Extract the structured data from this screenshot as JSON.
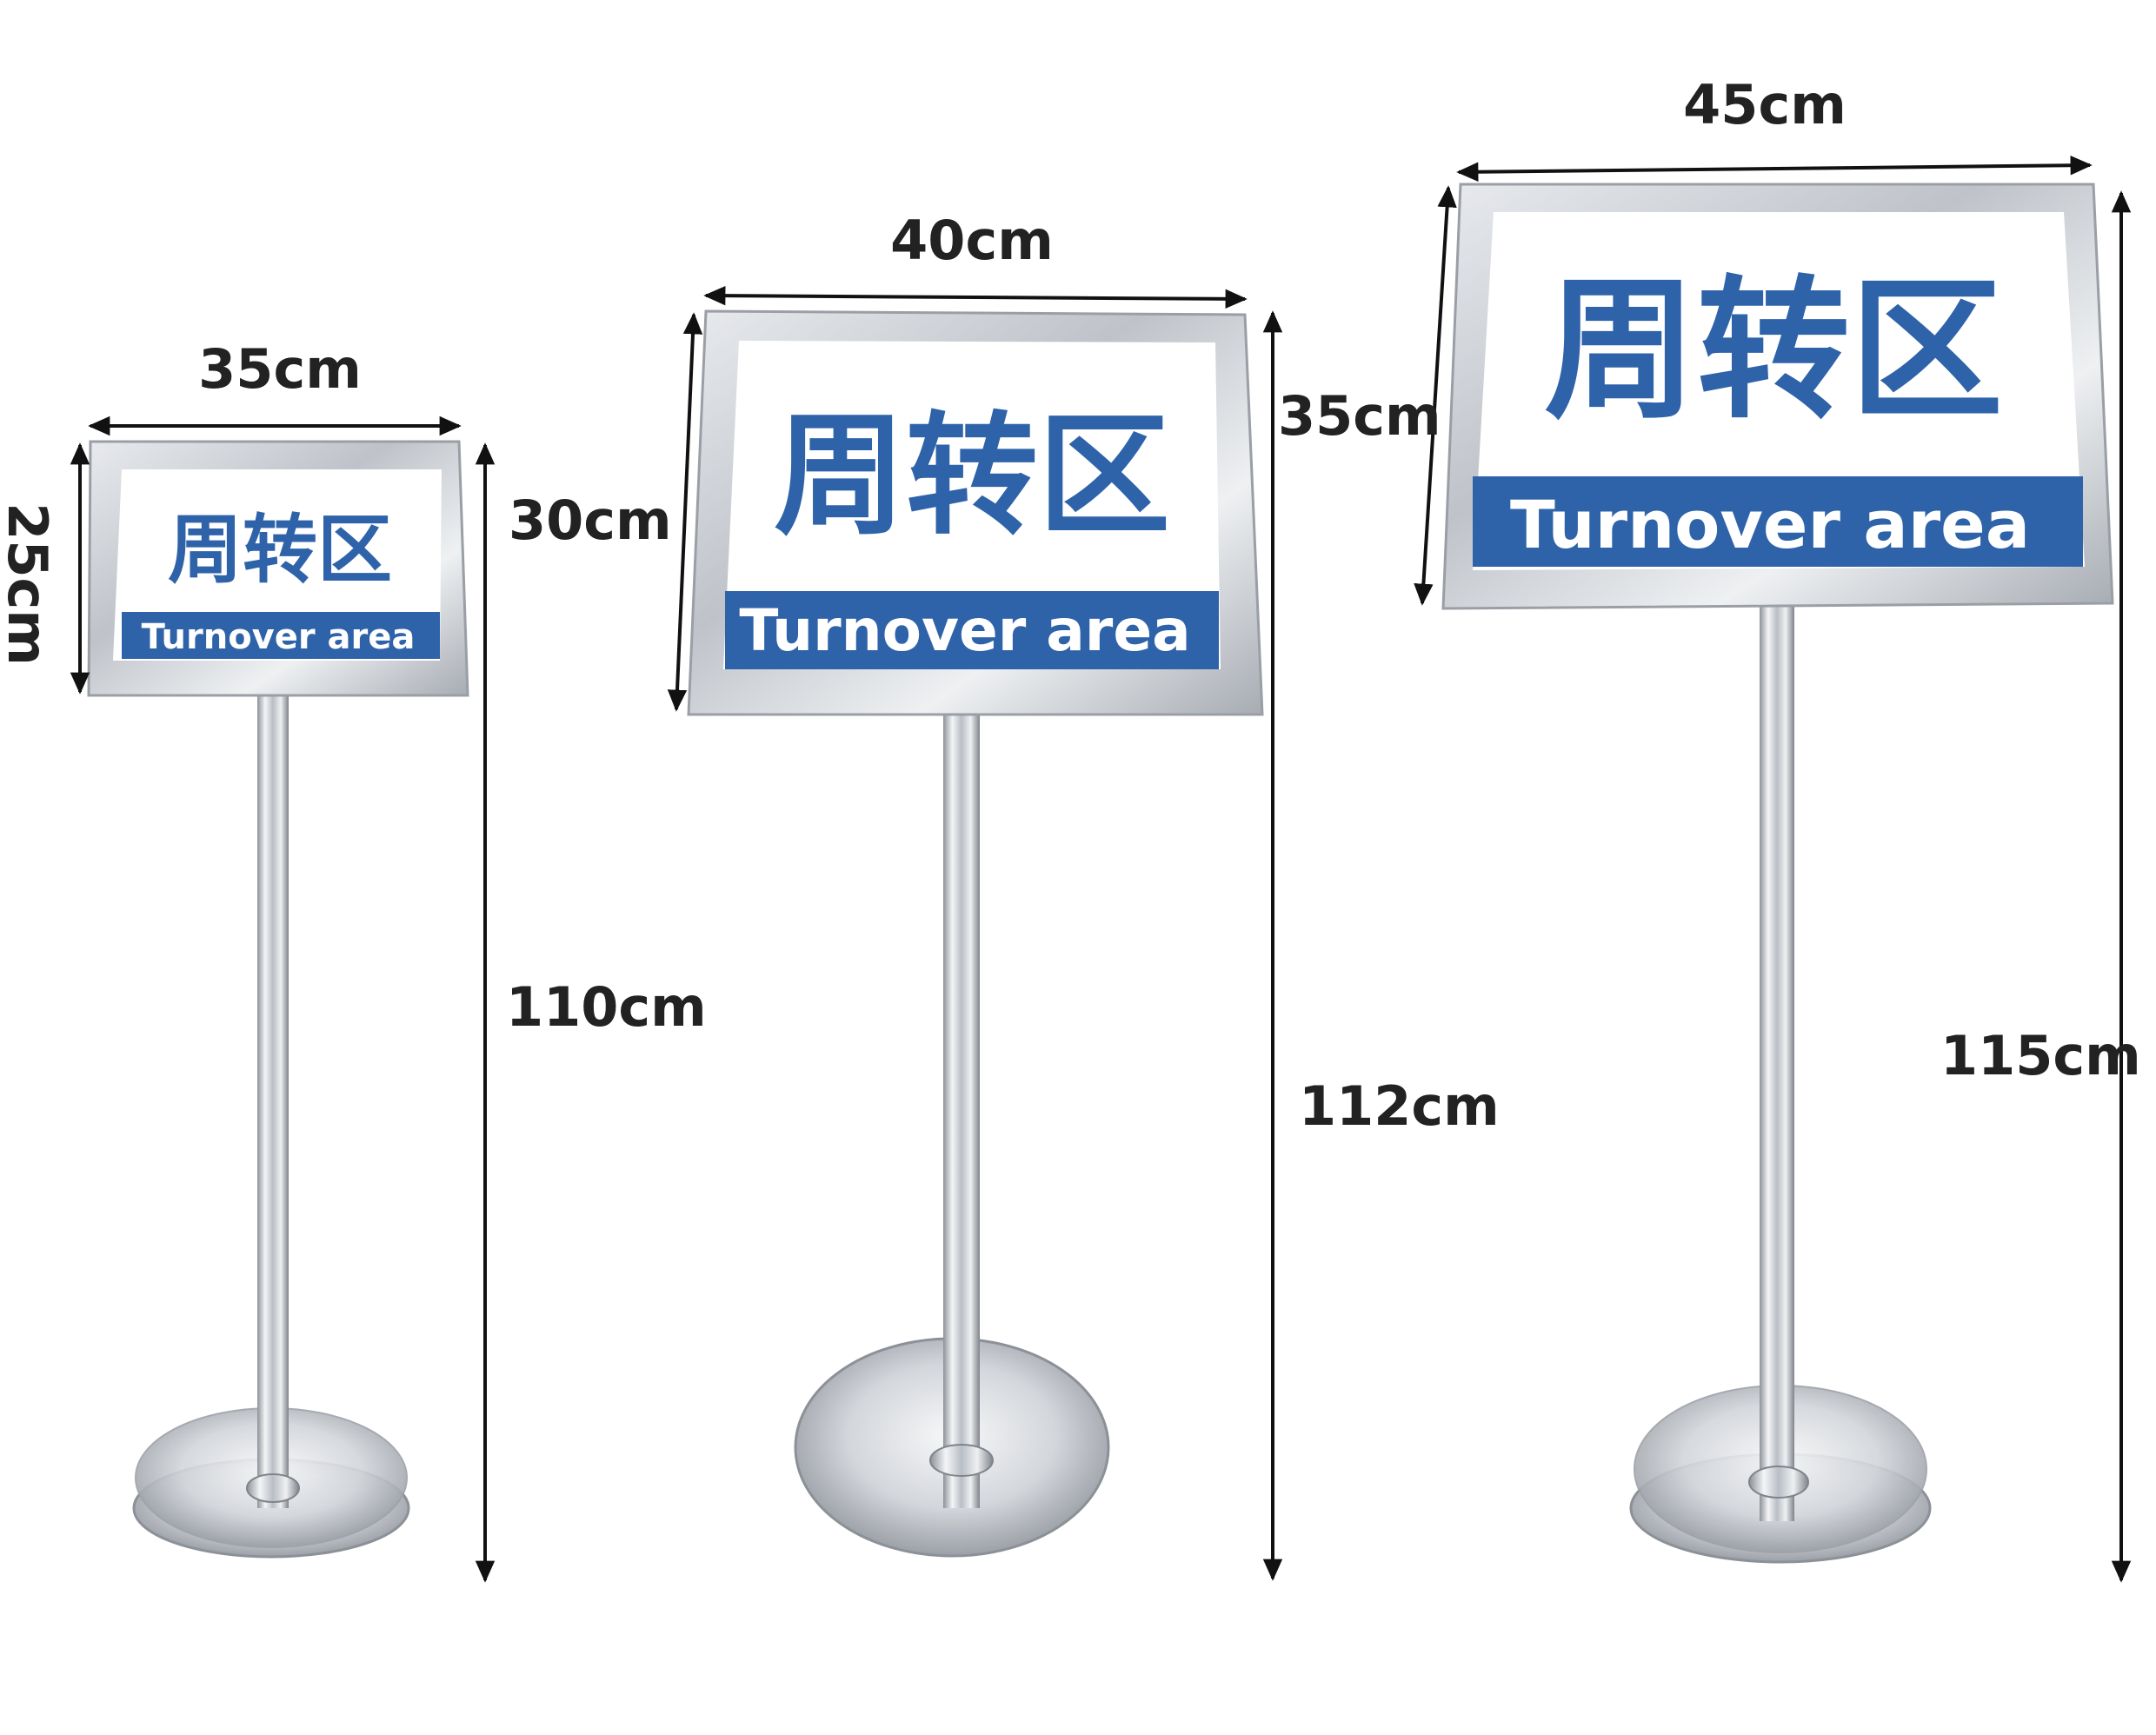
{
  "stands": [
    {
      "sign_text_cn": "周转区",
      "sign_text_en": "Turnover area",
      "width_label": "35cm",
      "height_label": "25cm",
      "total_height_label": "110cm"
    },
    {
      "sign_text_cn": "周转区",
      "sign_text_en": "Turnover area",
      "width_label": "40cm",
      "height_label": "30cm",
      "total_height_label": "112cm"
    },
    {
      "sign_text_cn": "周转区",
      "sign_text_en": "Turnover area",
      "width_label": "45cm",
      "height_label": "35cm",
      "total_height_label": "115cm"
    }
  ],
  "colors": {
    "sign_blue": "#2f63a9",
    "sign_white": "#ffffff",
    "frame_steel": "#c9ccd1",
    "dimension_line": "#111111",
    "label_text": "#222222"
  }
}
